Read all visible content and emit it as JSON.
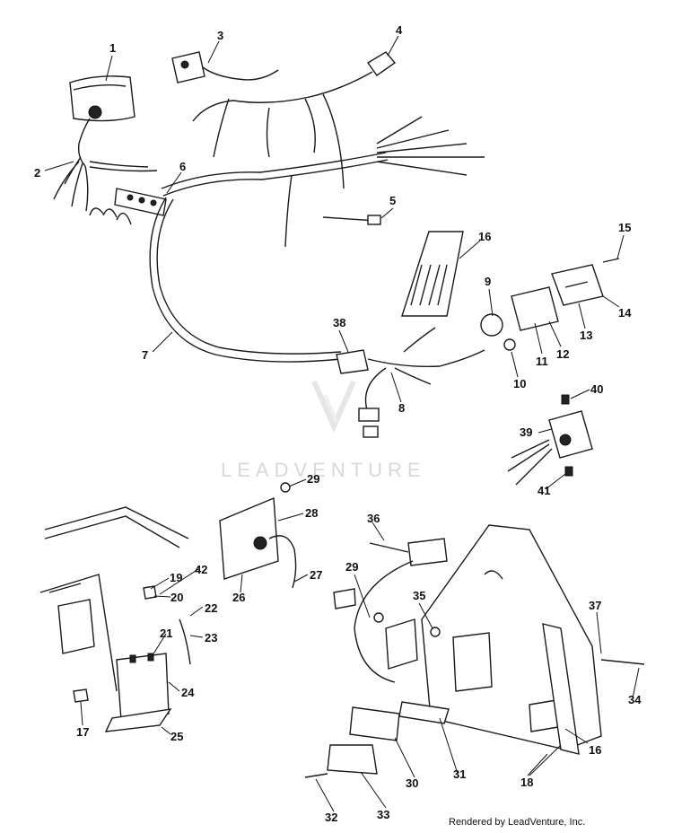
{
  "watermark": "LEADVENTURE",
  "footer": "Rendered by LeadVenture, Inc.",
  "callouts": [
    "1",
    "2",
    "3",
    "4",
    "5",
    "6",
    "7",
    "8",
    "9",
    "10",
    "11",
    "12",
    "13",
    "14",
    "15",
    "16",
    "16",
    "17",
    "18",
    "19",
    "20",
    "21",
    "22",
    "23",
    "24",
    "25",
    "26",
    "27",
    "28",
    "29",
    "29",
    "30",
    "31",
    "32",
    "33",
    "34",
    "35",
    "36",
    "37",
    "38",
    "39",
    "40",
    "41",
    "42"
  ]
}
